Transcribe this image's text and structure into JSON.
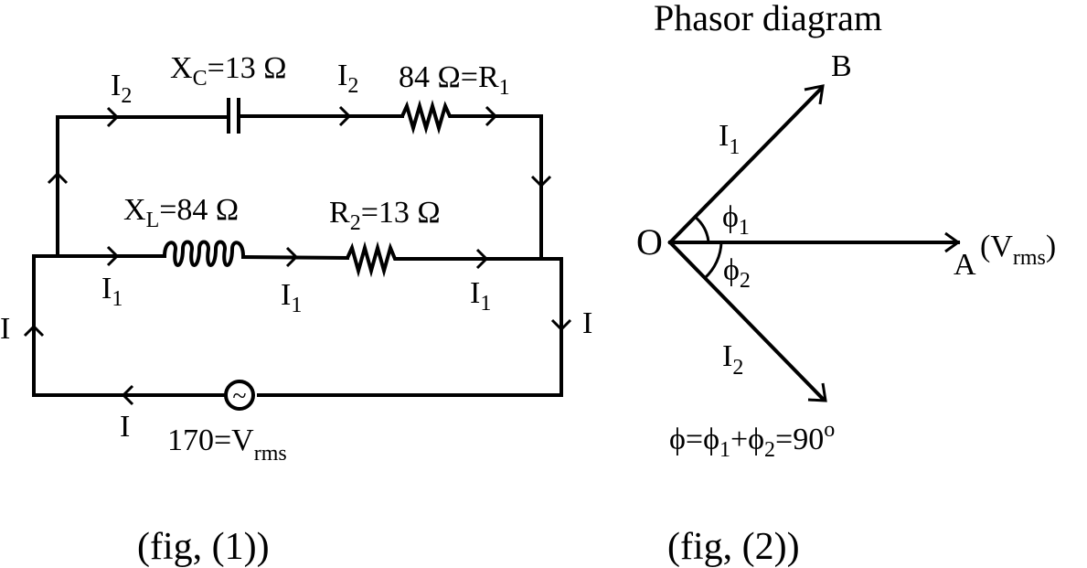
{
  "figure1": {
    "caption": "(fig, (1))",
    "capacitor_label": {
      "main": "X",
      "sub": "C",
      "rest": "=13 Ω"
    },
    "resistor1_label": {
      "main": "84 Ω=R",
      "sub": "1"
    },
    "inductor_label": {
      "main": "X",
      "sub": "L",
      "rest": "=84 Ω"
    },
    "resistor2_label": {
      "main": "R",
      "sub": "2",
      "rest": "=13 Ω"
    },
    "source_label": {
      "main": "170=V",
      "sub": "rms"
    },
    "source_symbol": "~",
    "current_labels": {
      "I2_main": "I",
      "I2_sub": "2",
      "I1_main": "I",
      "I1_sub": "1",
      "I": "I"
    }
  },
  "figure2": {
    "title": "Phasor diagram",
    "caption": "(fig, (2))",
    "origin_label": "O",
    "point_A": "A",
    "point_B": "B",
    "vrms_label": {
      "open": "(V",
      "sub": "rms",
      "close": ")"
    },
    "phi1": {
      "main": "ϕ",
      "sub": "1"
    },
    "phi2": {
      "main": "ϕ",
      "sub": "2"
    },
    "I1": {
      "main": "I",
      "sub": "1"
    },
    "I2": {
      "main": "I",
      "sub": "2"
    },
    "equation": {
      "p1": "ϕ=ϕ",
      "s1": "1",
      "p2": "+ϕ",
      "s2": "2",
      "p3": "=90",
      "sup": "o"
    }
  }
}
